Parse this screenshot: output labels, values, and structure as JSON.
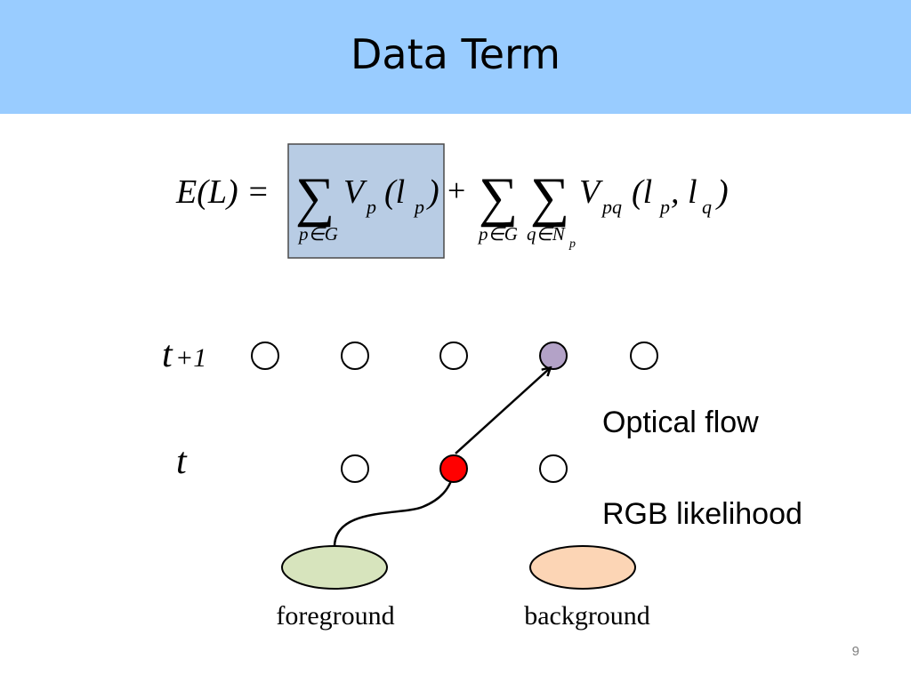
{
  "slide": {
    "title": "Data Term",
    "page_number": "9"
  },
  "equation": {
    "lhs": "E(L) =",
    "sum_symbol": "∑",
    "term1": "V",
    "term1_sub": "p",
    "term1_arg_open": "(l",
    "term1_arg_sub": "p",
    "term1_arg_close": ")",
    "sum1_index": "p∈G",
    "plus": "+",
    "sum2_index": "p∈G",
    "sum3_index": "q∈N",
    "sum3_index_sub": "p",
    "term2": "V",
    "term2_sub": "pq",
    "term2_arg_open": "(l",
    "term2_arg_sub1": "p",
    "term2_arg_comma": ", l",
    "term2_arg_sub2": "q",
    "term2_arg_close": ")"
  },
  "diagram": {
    "row_labels": {
      "t_plus_1_main": "t",
      "t_plus_1_suffix": "+1",
      "t": "t"
    },
    "annotations": {
      "optical_flow": "Optical flow",
      "rgb_likelihood": "RGB likelihood"
    },
    "models": {
      "foreground": "foreground",
      "background": "background"
    },
    "colors": {
      "highlight_box_fill": "#b8cce4",
      "highlight_box_stroke": "#4a4a4a",
      "target_node": "#b3a2c7",
      "source_node": "#ff0000",
      "foreground_fill": "#d7e4bd",
      "background_fill": "#fcd5b5",
      "title_bar": "#99ccff"
    }
  }
}
